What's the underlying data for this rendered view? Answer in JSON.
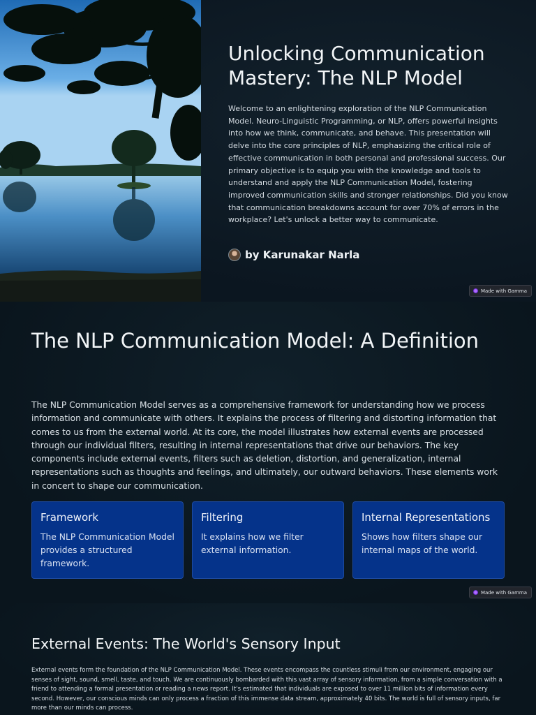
{
  "slide1": {
    "title": "Unlocking Communication Mastery: The NLP Model",
    "body": " Welcome to an enlightening exploration of the NLP Communication Model. Neuro-Linguistic Programming, or NLP, offers powerful insights into how we think, communicate, and behave. This presentation will delve into the core principles of NLP, emphasizing the critical role of effective communication in both personal and professional success. Our primary objective is to equip you with the knowledge and tools to understand and apply the NLP Communication Model, fostering improved communication skills and stronger relationships. Did you know that communication breakdowns account for over 70% of errors in the workplace? Let's unlock a better way to communicate.",
    "author": "by Karunakar Narla",
    "badge": "Made with Gamma"
  },
  "slide2": {
    "title": "The NLP Communication Model: A Definition",
    "body": " The NLP Communication Model serves as a comprehensive framework for understanding how we process information and communicate with others. It explains the process of filtering and distorting information that comes to us from the external world. At its core, the model illustrates how external events are processed through our individual filters, resulting in internal representations that drive our behaviors. The key components include external events, filters such as deletion, distortion, and generalization, internal representations such as thoughts and feelings, and ultimately, our outward behaviors. These elements work in concert to shape our communication.",
    "cards": [
      {
        "title": "Framework",
        "text": "The NLP Communication Model provides a structured framework."
      },
      {
        "title": "Filtering",
        "text": "It explains how we filter external information."
      },
      {
        "title": "Internal Representations",
        "text": "Shows how filters shape our internal maps of the world."
      }
    ],
    "badge": "Made with Gamma"
  },
  "slide3": {
    "title": "External Events: The World's Sensory Input",
    "body": " External events form the foundation of the NLP Communication Model. These events encompass the countless stimuli from our environment, engaging our senses of sight, sound, smell, taste, and touch. We are continuously bombarded with this vast array of sensory information, from a simple conversation with a friend to attending a formal presentation or reading a news report. It's estimated that individuals are exposed to over 11 million bits of information every second. However, our conscious minds can only process a fraction of this immense data stream, approximately 40 bits. The world is full of sensory inputs, far more than our minds can process."
  },
  "icons": {
    "avatar": "author-avatar",
    "badge": "gamma-logo-icon",
    "hero": "lake-tree-photo"
  },
  "colors": {
    "background": "#0c1822",
    "card": "#05338a",
    "text": "#e6ebef"
  }
}
